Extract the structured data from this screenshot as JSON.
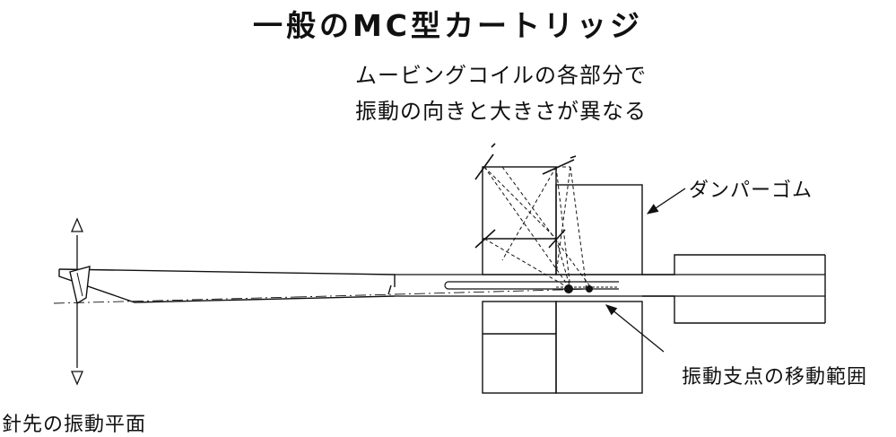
{
  "title": "一般のMC型カートリッジ",
  "labels": {
    "coil_vibration_line1": "ムービングコイルの各部分で",
    "coil_vibration_line2": "振動の向きと大きさが異なる",
    "damper_rubber": "ダンパーゴム",
    "pivot_movement": "振動支点の移動範囲",
    "stylus_plane": "針先の振動平面"
  }
}
